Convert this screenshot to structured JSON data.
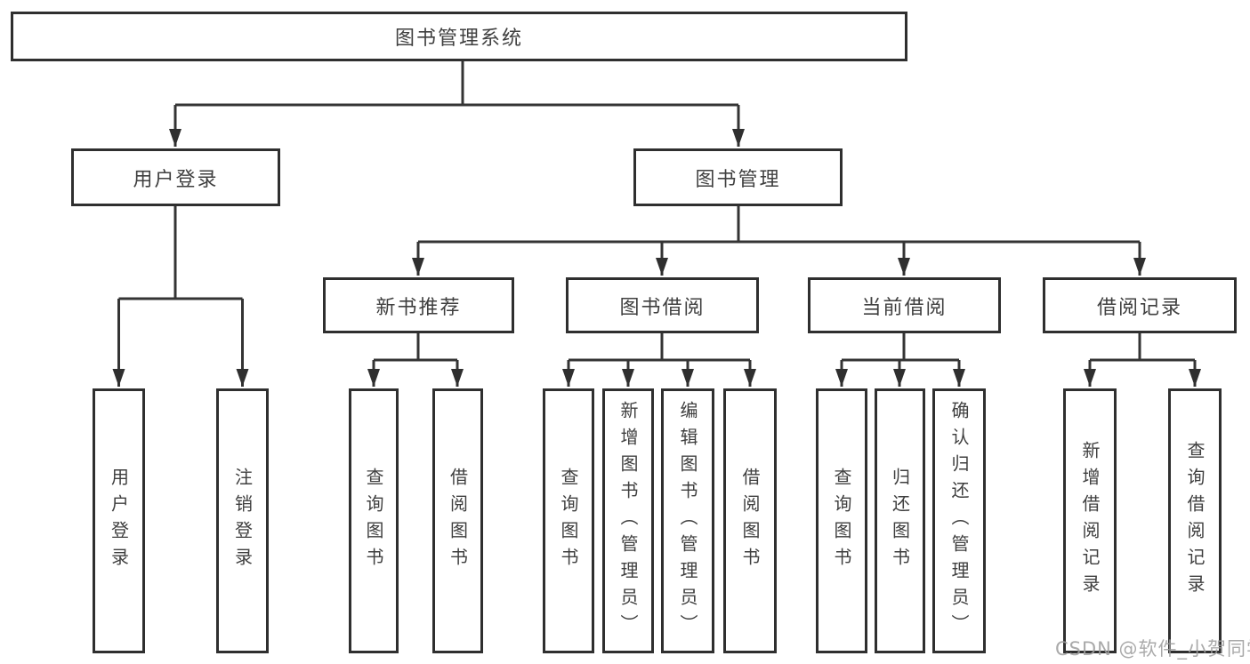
{
  "colors": {
    "line": "#343434",
    "box_border": "#2f2f2f",
    "box_fill": "#ffffff",
    "text": "#3f3f3f",
    "watermark": "#9e9e9e",
    "background": "#ffffff"
  },
  "tree": {
    "root": {
      "label": "图书管理系统"
    },
    "branches": [
      {
        "label": "用户登录",
        "children": [
          {
            "label": "用户登录"
          },
          {
            "label": "注销登录"
          }
        ]
      },
      {
        "label": "图书管理",
        "groups": [
          {
            "label": "新书推荐",
            "children": [
              {
                "label": "查询图书"
              },
              {
                "label": "借阅图书"
              }
            ]
          },
          {
            "label": "图书借阅",
            "children": [
              {
                "label": "查询图书"
              },
              {
                "label": "新增图书（管理员）"
              },
              {
                "label": "编辑图书（管理员）"
              },
              {
                "label": "借阅图书"
              }
            ]
          },
          {
            "label": "当前借阅",
            "children": [
              {
                "label": "查询图书"
              },
              {
                "label": "归还图书"
              },
              {
                "label": "确认归还（管理员）"
              }
            ]
          },
          {
            "label": "借阅记录",
            "children": [
              {
                "label": "新增借阅记录"
              },
              {
                "label": "查询借阅记录"
              }
            ]
          }
        ]
      }
    ]
  },
  "watermark": {
    "text": "CSDN @软件_小贺同学"
  }
}
